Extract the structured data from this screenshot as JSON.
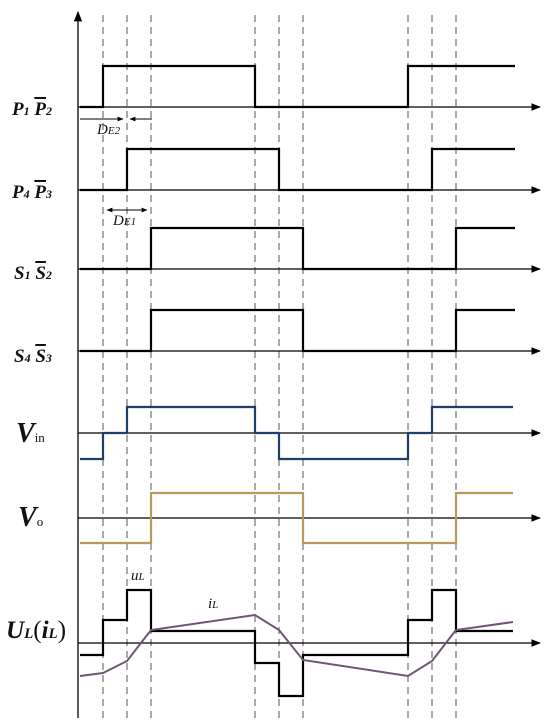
{
  "signals": {
    "p1p2": {
      "main": "P",
      "sub1": "1",
      "main2": "P",
      "sub2": "2"
    },
    "p4p3": {
      "main": "P",
      "sub1": "4",
      "main2": "P",
      "sub2": "3"
    },
    "s1s2": {
      "main": "S",
      "sub1": "1",
      "main2": "S",
      "sub2": "2"
    },
    "s4s3": {
      "main": "S",
      "sub1": "4",
      "main2": "S",
      "sub2": "3"
    },
    "vin": {
      "main": "V",
      "sub": "in"
    },
    "vo": {
      "main": "V",
      "sub": "o"
    },
    "ul": {
      "main": "U",
      "sub": "L",
      "paren_open": "(",
      "main2": "i",
      "sub2": "L",
      "paren_close": ")"
    }
  },
  "annotations": {
    "de2": {
      "main": "D",
      "sub": "E2"
    },
    "de1": {
      "main": "D",
      "sub": "E1"
    },
    "ul_curve": {
      "main": "u",
      "sub": "L"
    },
    "il_curve": {
      "main": "i",
      "sub": "L"
    }
  },
  "colors": {
    "logic": "#000000",
    "vin": "#1f3f66",
    "vo": "#b59a5c",
    "current": "#6e5573",
    "guide": "#555555"
  }
}
